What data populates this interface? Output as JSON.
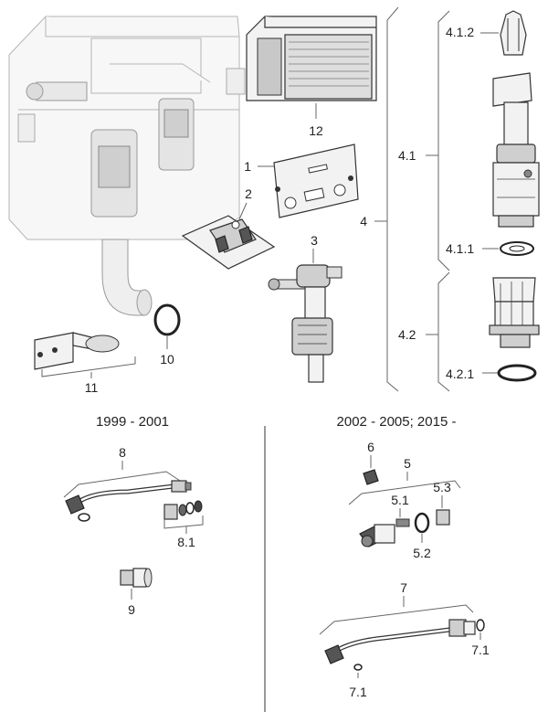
{
  "sections": {
    "left_header": "1999 - 2001",
    "right_header": "2002 - 2005; 2015 -"
  },
  "labels": {
    "p1": "1",
    "p2": "2",
    "p3": "3",
    "p4": "4",
    "p4_1": "4.1",
    "p4_1_1": "4.1.1",
    "p4_1_2": "4.1.2",
    "p4_2": "4.2",
    "p4_2_1": "4.2.1",
    "p5": "5",
    "p5_1": "5.1",
    "p5_2": "5.2",
    "p5_3": "5.3",
    "p6": "6",
    "p7": "7",
    "p7_1a": "7.1",
    "p7_1b": "7.1",
    "p8": "8",
    "p8_1": "8.1",
    "p9": "9",
    "p10": "10",
    "p11": "11",
    "p12": "12"
  }
}
